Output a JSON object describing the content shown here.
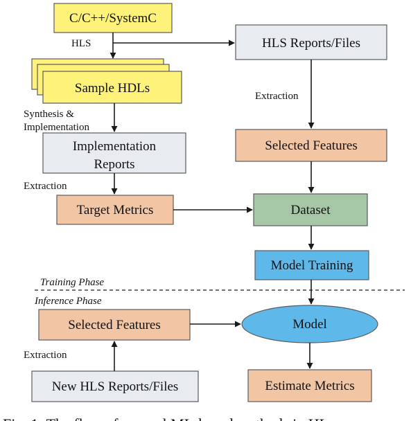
{
  "palette": {
    "source": "#fef27a",
    "report": "#e8ecf0",
    "feature": "#f2c6a4",
    "dataset": "#a6c7a5",
    "training": "#5eb9ea",
    "model": "#5eb9ea",
    "outline": "#5a5a5a",
    "line": "#1a1a1a"
  },
  "nodes": {
    "source": "C/C++/SystemC",
    "hls_reports": "HLS Reports/Files",
    "sample_hdls": "Sample HDLs",
    "selected_features_top": "Selected Features",
    "impl_reports_line1": "Implementation",
    "impl_reports_line2": "Reports",
    "target_metrics": "Target Metrics",
    "dataset": "Dataset",
    "model_training": "Model Training",
    "selected_features_bottom": "Selected Features",
    "model": "Model",
    "new_hls_reports": "New HLS Reports/Files",
    "estimate_metrics": "Estimate Metrics"
  },
  "edge_labels": {
    "hls": "HLS",
    "extraction_right": "Extraction",
    "synthesis_line1": "Synthesis &",
    "synthesis_line2": "Implementation",
    "extraction_left": "Extraction",
    "extraction_bottom": "Extraction"
  },
  "phases": {
    "training": "Training Phase",
    "inference": "Inference Phase"
  },
  "caption": "Fig. 1: The flow of general ML-based methods in HL"
}
